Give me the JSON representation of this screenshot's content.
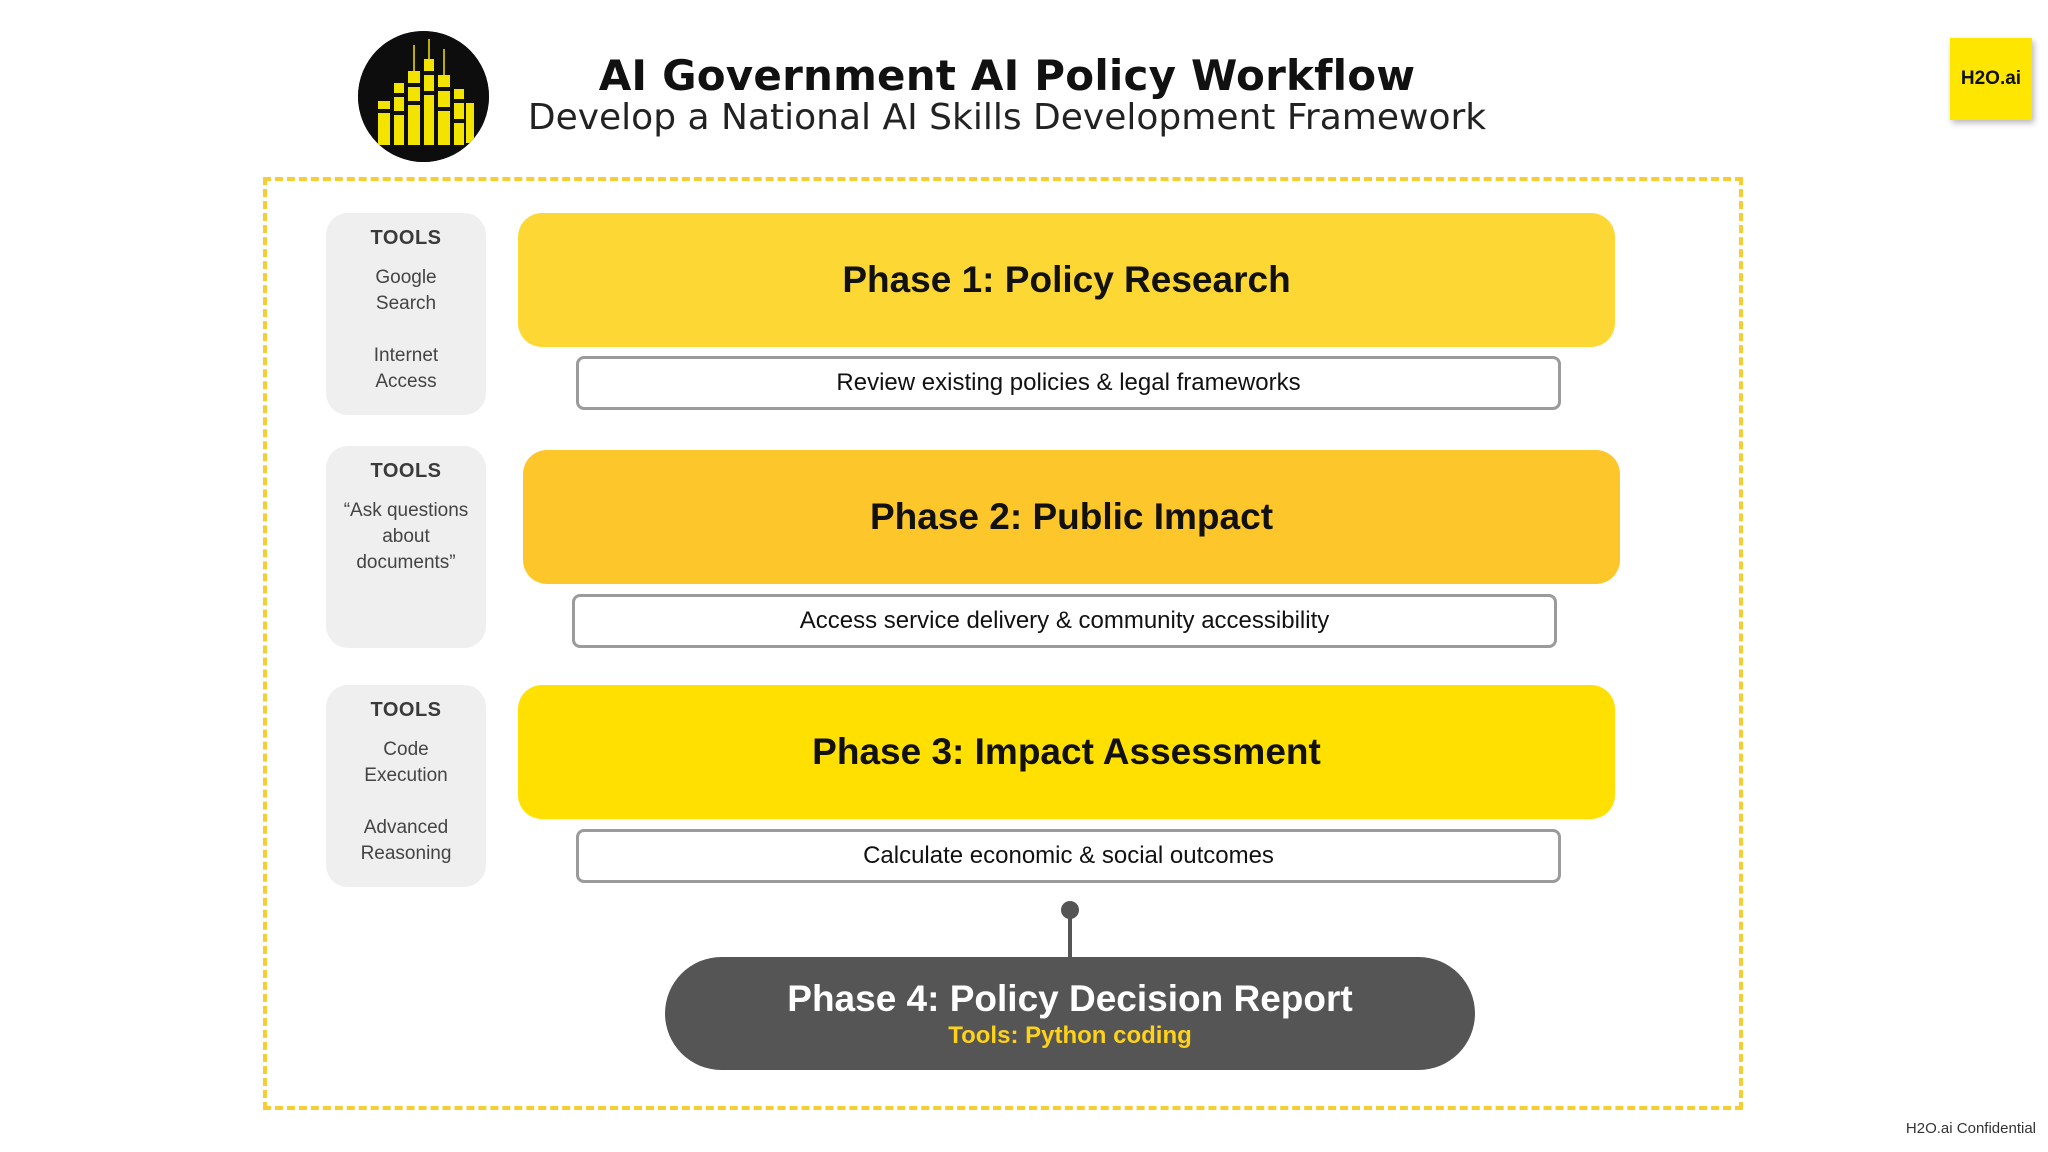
{
  "header": {
    "title": "AI Government AI Policy Workflow",
    "subtitle": "Develop a National AI Skills Development Framework",
    "brand_badge": "H2O.ai"
  },
  "phases": [
    {
      "title": "Phase 1: Policy Research",
      "task": "Review existing policies & legal frameworks",
      "color": "#fdd835",
      "tools": {
        "heading": "TOOLS",
        "items": [
          "Google Search",
          "Internet Access"
        ]
      }
    },
    {
      "title": "Phase 2: Public Impact",
      "task": "Access service delivery & community accessibility",
      "color": "#fdc62b",
      "tools": {
        "heading": "TOOLS",
        "items": [
          "“Ask questions about documents”"
        ]
      }
    },
    {
      "title": "Phase 3: Impact Assessment",
      "task": "Calculate economic & social outcomes",
      "color": "#ffe000",
      "tools": {
        "heading": "TOOLS",
        "items": [
          "Code Execution",
          "Advanced Reasoning"
        ]
      }
    }
  ],
  "final_phase": {
    "title": "Phase 4: Policy Decision Report",
    "tools": "Tools: Python coding",
    "color": "#555555",
    "tools_color": "#ffd21a"
  },
  "footer": {
    "confidential": "H2O.ai Confidential"
  },
  "colors": {
    "frame_dash": "#f6cd32",
    "tool_panel": "#efefef",
    "task_border": "#9b9b9b"
  }
}
